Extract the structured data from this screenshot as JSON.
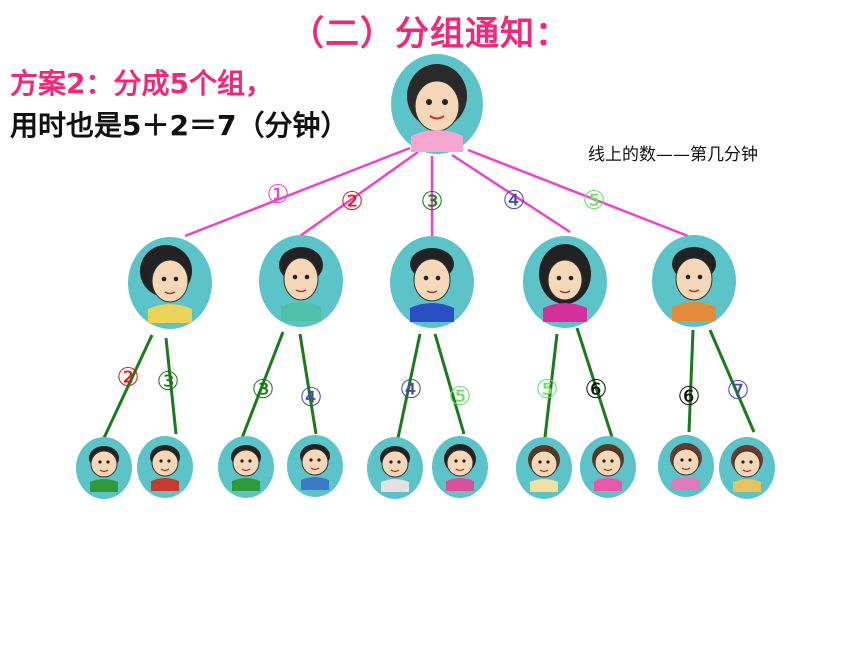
{
  "title": "（二）分组通知：",
  "plan_line1": "方案2：分成5个组，",
  "plan_line2": "用时也是5＋2＝7（分钟）",
  "note": "线上的数——第几分钟",
  "colors": {
    "title": "#f0287a",
    "top_links": "#ee44c8",
    "bottom_links": "#1b7a1b",
    "avatar_bg": "#5cc4c8"
  },
  "top_labels": [
    "①",
    "②",
    "③",
    "④",
    "⑤"
  ],
  "bottom_labels": [
    "②",
    "③",
    "③",
    "④",
    "④",
    "⑤",
    "⑤",
    "⑥",
    "⑥",
    "⑦"
  ]
}
